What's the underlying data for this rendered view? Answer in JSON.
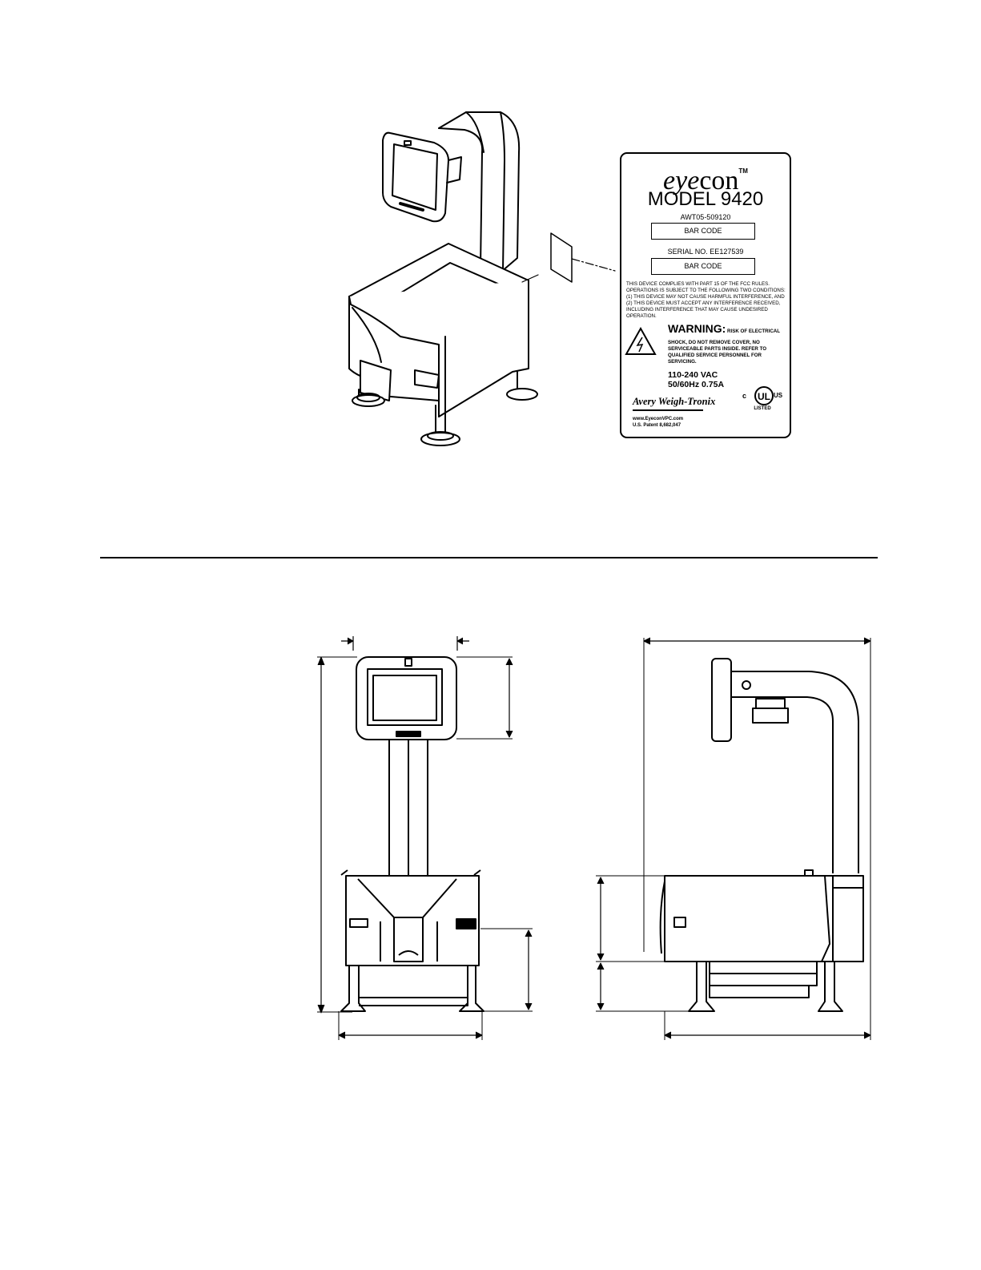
{
  "label": {
    "brand_script": "eye",
    "brand_rest": "con",
    "trademark": "TM",
    "model": "MODEL 9420",
    "part_number": "AWT05-509120",
    "barcode_1": "BAR CODE",
    "serial": "SERIAL NO.  EE127539",
    "barcode_2": "BAR CODE",
    "fcc_text": "THIS DEVICE COMPLIES WITH PART 15 OF THE FCC RULES. OPERATIONS IS SUBJECT TO THE FOLLOWING TWO CONDITIONS: (1) THIS DEVICE MAY NOT CAUSE HARMFUL INTERFERENCE, AND (2) THIS DEVICE MUST ACCEPT ANY INTERFERENCE RECEIVED, INCLUDING INTERFERENCE THAT MAY CAUSE UNDESIRED OPERATION.",
    "warning_title": "WARNING:",
    "warning_lead": " RISK OF ELECTRICAL",
    "warning_body": "SHOCK, DO NOT REMOVE COVER, NO SERVICEABLE PARTS INSIDE. REFER TO QUALIFIED SERVICE PERSONNEL FOR SERVICING.",
    "voltage": "110-240 VAC",
    "frequency": "50/60Hz 0.75A",
    "manufacturer": "Avery Weigh-Tronix",
    "website": "www.EyeconVPC.com",
    "patent": "U.S. Patent 8,682,047",
    "ul_c": "c",
    "ul_mark": "UL",
    "ul_us": "US",
    "ul_listed": "LISTED"
  },
  "icons": {
    "warning": "high-voltage-warning-triangle-icon",
    "certification": "ul-listed-mark-icon"
  }
}
